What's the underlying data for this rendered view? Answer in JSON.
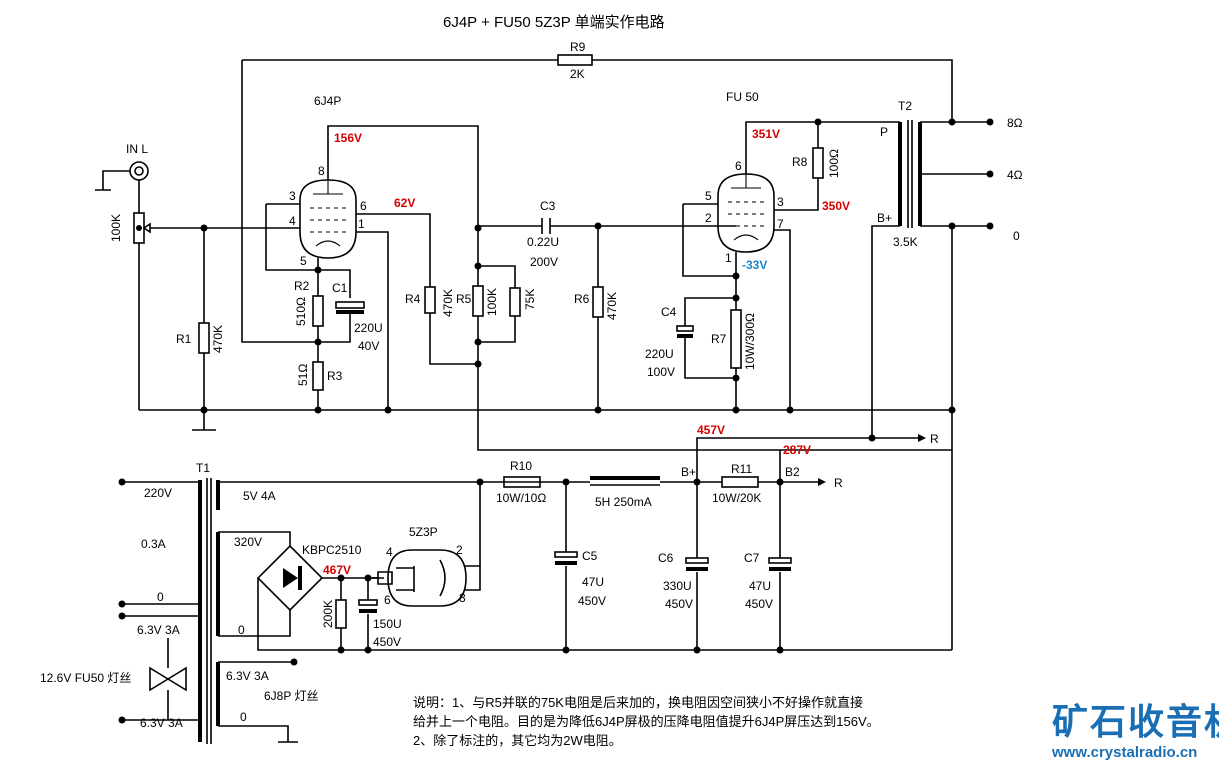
{
  "title": "6J4P + FU50   5Z3P 单端实作电路",
  "tubes": {
    "v1": "6J4P",
    "v2": "FU 50",
    "rect": "5Z3P",
    "v1_pins": [
      "8",
      "3",
      "4",
      "5",
      "6",
      "1"
    ],
    "v2_pins": [
      "6",
      "5",
      "2",
      "3",
      "7",
      "1"
    ],
    "rect_pins": [
      "4",
      "6",
      "2",
      "8"
    ]
  },
  "input": {
    "label": "IN L",
    "pot": "100K"
  },
  "components": {
    "R1": {
      "name": "R1",
      "value": "470K"
    },
    "R2": {
      "name": "R2",
      "value": "510Ω"
    },
    "R3": {
      "name": "R3",
      "value": "51Ω"
    },
    "R4": {
      "name": "R4",
      "value": "470K"
    },
    "R5": {
      "name": "R5",
      "value": "100K"
    },
    "R5p": {
      "value": "75K"
    },
    "R6": {
      "name": "R6",
      "value": "470K"
    },
    "R7": {
      "name": "R7",
      "value": "10W/300Ω"
    },
    "R8": {
      "name": "R8",
      "value": "100Ω"
    },
    "R9": {
      "name": "R9",
      "value": "2K"
    },
    "R10": {
      "name": "R10",
      "value": "10W/10Ω"
    },
    "R11": {
      "name": "R11",
      "value": "10W/20K"
    },
    "C1": {
      "name": "C1",
      "value1": "220U",
      "value2": "40V"
    },
    "C3": {
      "name": "C3",
      "value1": "0.22U",
      "value2": "200V"
    },
    "C4": {
      "name": "C4",
      "value1": "220U",
      "value2": "100V"
    },
    "C5": {
      "name": "C5",
      "value1": "47U",
      "value2": "450V"
    },
    "C6": {
      "name": "C6",
      "value1": "330U",
      "value2": "450V"
    },
    "C7": {
      "name": "C7",
      "value1": "47U",
      "value2": "450V"
    },
    "Cr": {
      "value1": "150U",
      "value2": "450V"
    },
    "Rr": {
      "value": "200K"
    },
    "choke": {
      "value": "5H 250mA"
    },
    "bridge": {
      "value": "KBPC2510"
    }
  },
  "transformers": {
    "T2": {
      "name": "T2",
      "p": "P",
      "bplus": "B+",
      "imp": "3.5K",
      "taps": [
        "8Ω",
        "4Ω",
        "0"
      ]
    },
    "T1": {
      "name": "T1",
      "primary": [
        "220V",
        "0.3A",
        "0"
      ],
      "sec": [
        "5V 4A",
        "320V",
        "0",
        "6.3V 3A",
        "6.3V 3A",
        "6.3V 3A",
        "0"
      ],
      "fil": "12.6V FU50 灯丝",
      "fil2": "6J8P 灯丝"
    }
  },
  "voltages": {
    "v156": "156V",
    "v62": "62V",
    "v351": "351V",
    "v350": "350V",
    "vneg33": "-33V",
    "v457": "457V",
    "v287": "287V",
    "v467": "467V"
  },
  "supply_labels": {
    "bplus": "B+",
    "b2": "B2",
    "r": "R"
  },
  "notes": [
    "说明：1、与R5并联的75K电阻是后来加的，换电阻因空间狭小不好操作就直接",
    "给并上一个电阻。目的是为降低6J4P屏极的压降电阻值提升6J4P屏压达到156V。",
    "2、除了标注的，其它均为2W电阻。"
  ],
  "logo": {
    "text": "矿石收音机",
    "url": "www.crystalradio.cn"
  }
}
